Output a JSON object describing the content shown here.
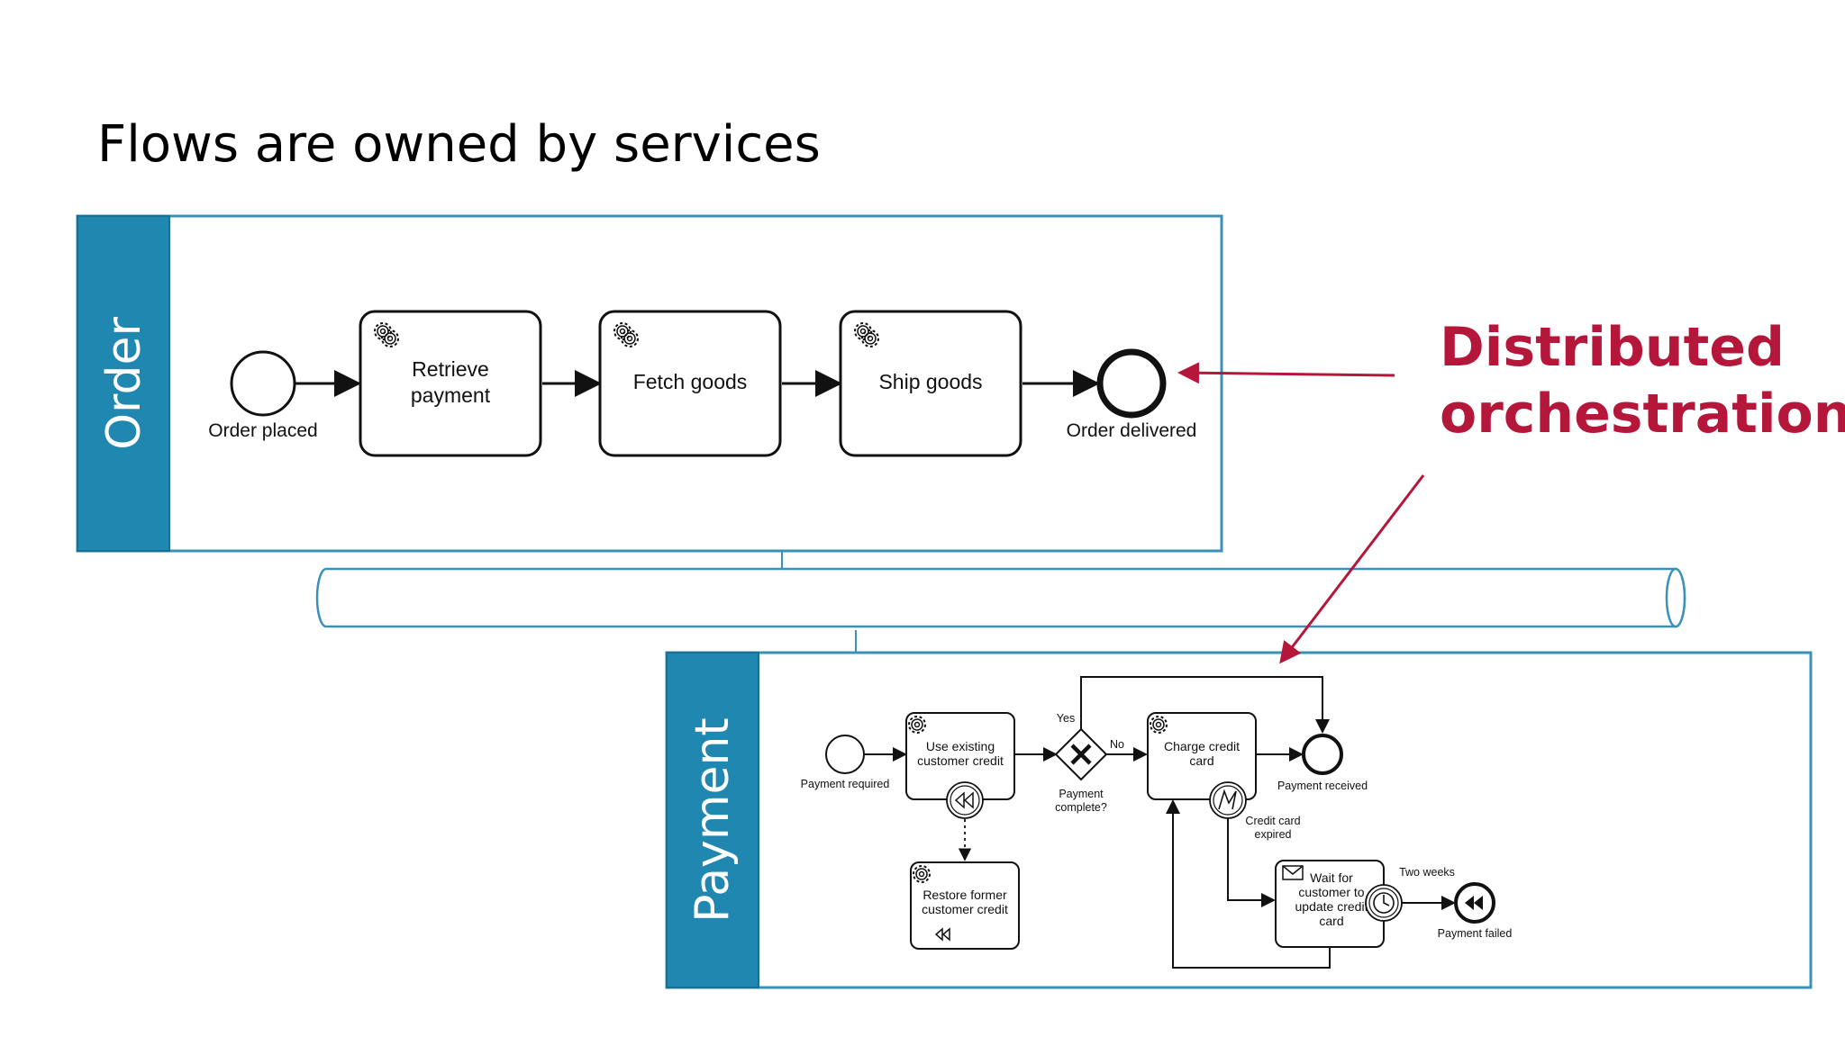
{
  "title": "Flows are owned by services",
  "colors": {
    "lane_header": "#1f87b0",
    "lane_border": "#3990b8",
    "callout": "#b5173a",
    "stroke": "#111111"
  },
  "order_lane": {
    "label": "Order",
    "start_event": "Order placed",
    "tasks": [
      "Retrieve payment",
      "Fetch goods",
      "Ship goods"
    ],
    "end_event": "Order delivered"
  },
  "payment_lane": {
    "label": "Payment",
    "start_event": "Payment required",
    "task_use_credit": "Use existing customer credit",
    "task_restore_credit": "Restore former customer credit",
    "gateway": "Payment complete?",
    "gateway_yes": "Yes",
    "gateway_no": "No",
    "task_charge": "Charge credit card",
    "end_received": "Payment received",
    "boundary_error": "Credit card expired",
    "task_wait": "Wait for customer to update credit card",
    "timer_label": "Two weeks",
    "end_failed": "Payment failed"
  },
  "callout": {
    "line1": "Distributed",
    "line2": "orchestration"
  },
  "icons": [
    "gear-icon",
    "rewind-icon",
    "lightning-icon",
    "envelope-icon",
    "clock-icon",
    "x-gateway-icon"
  ]
}
